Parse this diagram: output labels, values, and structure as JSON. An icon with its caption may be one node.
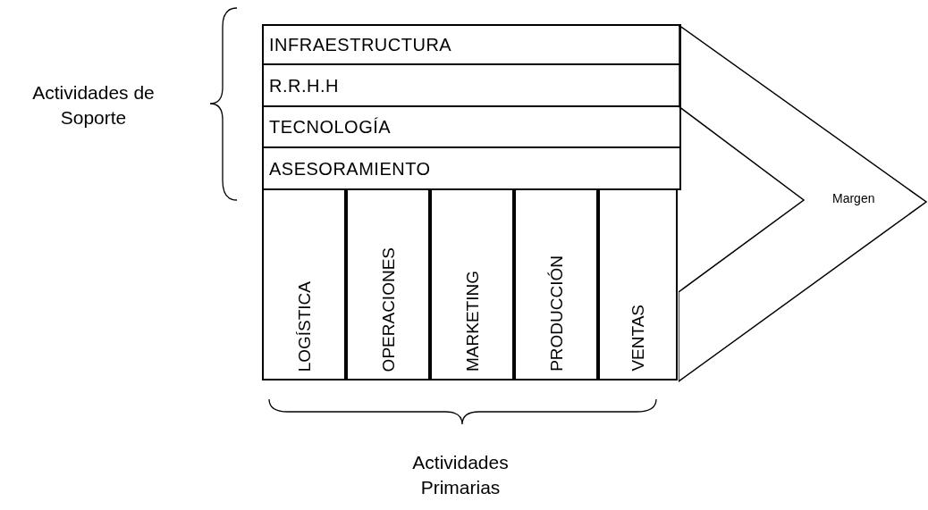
{
  "diagram": {
    "nodes": [
      {
        "text": [
          "INFRAESTRUCTURA"
        ]
      },
      {
        "text": [
          "R.R.H.H"
        ]
      },
      {
        "text": [
          "TECNOLOGÍA"
        ]
      },
      {
        "text": [
          "ASESORAMIENTO"
        ]
      },
      {
        "text": [
          "LOGÍSTICA"
        ]
      },
      {
        "text": [
          "OPERACIONES"
        ]
      },
      {
        "text": [
          "MARKETING"
        ]
      },
      {
        "text": [
          "PRODUCCIÓN"
        ]
      },
      {
        "text": [
          "VENTAS"
        ]
      },
      {
        "text": [
          "Margen"
        ]
      }
    ],
    "labels": [
      "Actividades de Soporte",
      "Actividades Primarias"
    ]
  }
}
